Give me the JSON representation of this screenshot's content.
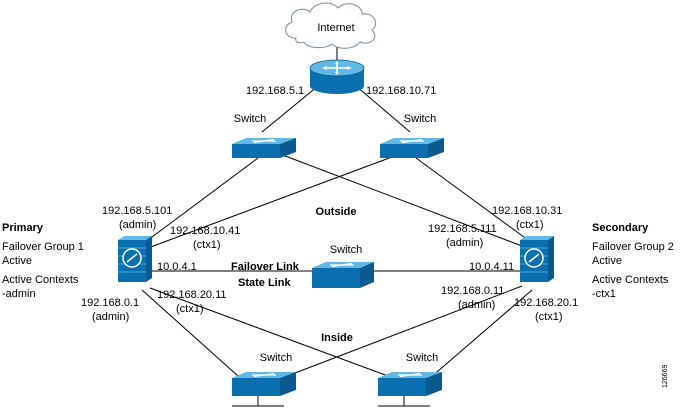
{
  "colors": {
    "device_top": "#5fb8e6",
    "device_front": "#0a6fae",
    "device_side": "#0a5a90",
    "cloud_fill": "#ffffff",
    "cloud_stroke": "#7a8aa0",
    "wire": "#000000"
  },
  "icons": {
    "cloud": "cloud-icon",
    "router": "router-icon",
    "switch": "switch-icon",
    "firewall": "firewall-icon"
  },
  "cloud": {
    "label": "Internet"
  },
  "router": {
    "left_ip": "192.168.5.1",
    "right_ip": "192.168.10.71"
  },
  "switches": {
    "top_left": "Switch",
    "top_right": "Switch",
    "failover": "Switch",
    "bottom_left": "Switch",
    "bottom_right": "Switch"
  },
  "zones": {
    "outside": "Outside",
    "inside": "Inside",
    "failover_link": "Failover Link",
    "state_link": "State Link"
  },
  "primary": {
    "title": "Primary",
    "group_line1": "Failover Group 1",
    "group_line2": "Active",
    "contexts_line1": "Active Contexts",
    "contexts_line2": "-admin",
    "outside_admin_ip": "192.168.5.101",
    "outside_admin_ctx": "(admin)",
    "outside_ctx1_ip": "192.168.10.41",
    "outside_ctx1_ctx": "(ctx1)",
    "failover_ip": "10.0.4.1",
    "inside_admin_ip": "192.168.0.1",
    "inside_admin_ctx": "(admin)",
    "inside_ctx1_ip": "192.168.20.11",
    "inside_ctx1_ctx": "(ctx1)"
  },
  "secondary": {
    "title": "Secondary",
    "group_line1": "Failover Group 2",
    "group_line2": "Active",
    "contexts_line1": "Active Contexts",
    "contexts_line2": "-ctx1",
    "outside_ctx1_ip": "192.168.10.31",
    "outside_ctx1_ctx": "(ctx1)",
    "outside_admin_ip": "192.168.5.111",
    "outside_admin_ctx": "(admin)",
    "failover_ip": "10.0.4.11",
    "inside_admin_ip": "192.168.0.11",
    "inside_admin_ctx": "(admin)",
    "inside_ctx1_ip": "192.168.20.1",
    "inside_ctx1_ctx": "(ctx1)"
  },
  "figure_id": "126669"
}
